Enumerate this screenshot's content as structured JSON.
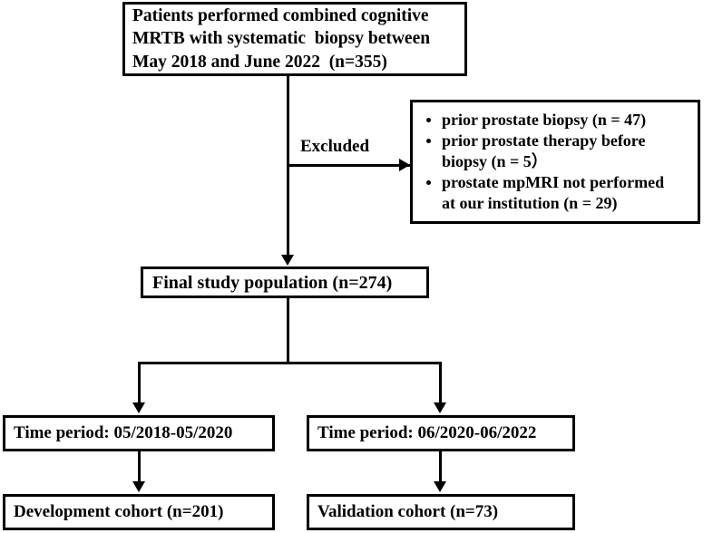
{
  "diagram": {
    "type": "study-flowchart",
    "title": "Patient selection flow diagram",
    "colors": {
      "line": "#000000",
      "box_border": "#000000",
      "box_fill": "#ffffff",
      "text": "#000000",
      "background": "#ffffff"
    }
  },
  "nodes": {
    "enrolled": {
      "id": "enrolled",
      "lines": [
        "Patients performed combined cognitive",
        "MRTB with systematic  biopsy between",
        "May 2018 and June 2022  (n=355)"
      ],
      "n": 355
    },
    "excluded": {
      "id": "excluded",
      "label": "Excluded",
      "items": [
        "prior prostate biopsy (n = 47)",
        "prior prostate therapy before\nbiopsy (n = 5）",
        "prostate mpMRI not performed\nat our institution (n = 29)"
      ],
      "counts": [
        47,
        5,
        29
      ]
    },
    "final": {
      "id": "final",
      "text": "Final study population (n=274)",
      "n": 274
    },
    "period_development": {
      "id": "period-development",
      "text": "Time period: 05/2018-05/2020",
      "start": "05/2018",
      "end": "05/2020"
    },
    "period_validation": {
      "id": "period-validation",
      "text": "Time period: 06/2020-06/2022",
      "start": "06/2020",
      "end": "06/2022"
    },
    "development_cohort": {
      "id": "development-cohort",
      "text": "Development cohort (n=201)",
      "n": 201
    },
    "validation_cohort": {
      "id": "validation-cohort",
      "text": "Validation cohort (n=73)",
      "n": 73
    }
  },
  "edges": [
    {
      "from": "enrolled",
      "to": "excluded",
      "label": "Excluded",
      "direction": "right"
    },
    {
      "from": "enrolled",
      "to": "final",
      "label": "",
      "direction": "down"
    },
    {
      "from": "final",
      "to": "period_development",
      "label": "",
      "direction": "down-left"
    },
    {
      "from": "final",
      "to": "period_validation",
      "label": "",
      "direction": "down-right"
    },
    {
      "from": "period_development",
      "to": "development_cohort",
      "label": "",
      "direction": "down"
    },
    {
      "from": "period_validation",
      "to": "validation_cohort",
      "label": "",
      "direction": "down"
    }
  ]
}
